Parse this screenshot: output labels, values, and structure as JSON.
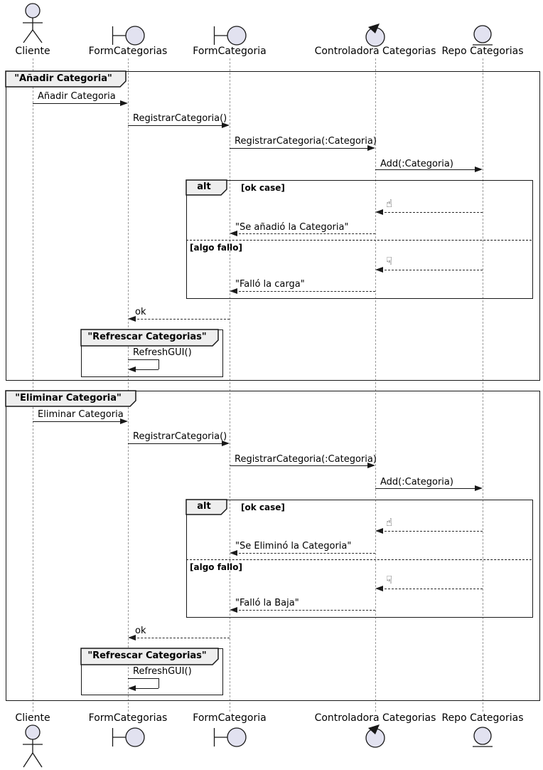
{
  "participants": [
    {
      "name": "Cliente",
      "type": "actor"
    },
    {
      "name": "FormCategorias",
      "type": "boundary"
    },
    {
      "name": "FormCategoria",
      "type": "boundary"
    },
    {
      "name": "Controladora Categorias",
      "type": "control"
    },
    {
      "name": "Repo Categorias",
      "type": "entity"
    }
  ],
  "alt_label": "alt",
  "guards": {
    "ok": "[ok case]",
    "fail": "[algo fallo]"
  },
  "icons": {
    "thumbs_up": "☝",
    "thumbs_down": "☟"
  },
  "frame1": {
    "title": "\"Añadir Categoria\"",
    "m1": "Añadir Categoria",
    "m2": "RegistrarCategoria()",
    "m3": "RegistrarCategoria(:Categoria)",
    "m4": "Add(:Categoria)",
    "ok_reply": "\"Se añadió la Categoria\"",
    "fail_reply": "\"Falló la carga\"",
    "ok_msg": "ok",
    "sub_title": "\"Refrescar Categorias\"",
    "refresh": "RefreshGUI()"
  },
  "frame2": {
    "title": "\"Eliminar Categoria\"",
    "m1": "Eliminar Categoria",
    "m2": "RegistrarCategoria()",
    "m3": "RegistrarCategoria(:Categoria)",
    "m4": "Add(:Categoria)",
    "ok_reply": "\"Se Eliminó la Categoria\"",
    "fail_reply": "\"Falló la Baja\"",
    "ok_msg": "ok",
    "sub_title": "\"Refrescar Categorias\"",
    "refresh": "RefreshGUI()"
  },
  "colors": {
    "participant_fill": "#E2E2F0",
    "border": "#181818",
    "frame_label_fill": "#EEEEEE",
    "lifeline": "#9A9A9A"
  }
}
